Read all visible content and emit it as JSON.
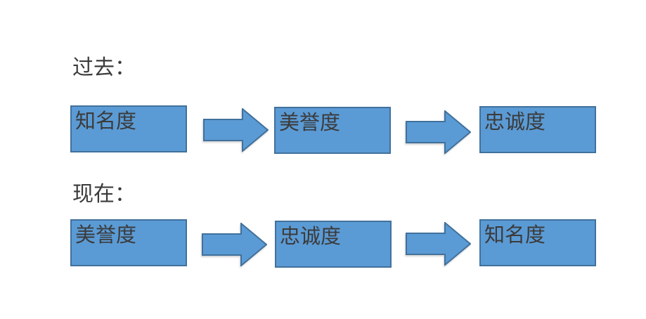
{
  "diagram": {
    "rows": [
      {
        "label": "过去：",
        "boxes": [
          "知名度",
          "美誉度",
          "忠诚度"
        ]
      },
      {
        "label": "现在：",
        "boxes": [
          "美誉度",
          "忠诚度",
          "知名度"
        ]
      }
    ]
  },
  "icons": {
    "arrow": "right-arrow-icon"
  },
  "colors": {
    "background": "#ffffff",
    "box_fill": "#5b9bd5",
    "box_border": "#41719c",
    "arrow_fill": "#5b9bd5",
    "arrow_border": "#41719c",
    "text": "#3b3b3b"
  }
}
